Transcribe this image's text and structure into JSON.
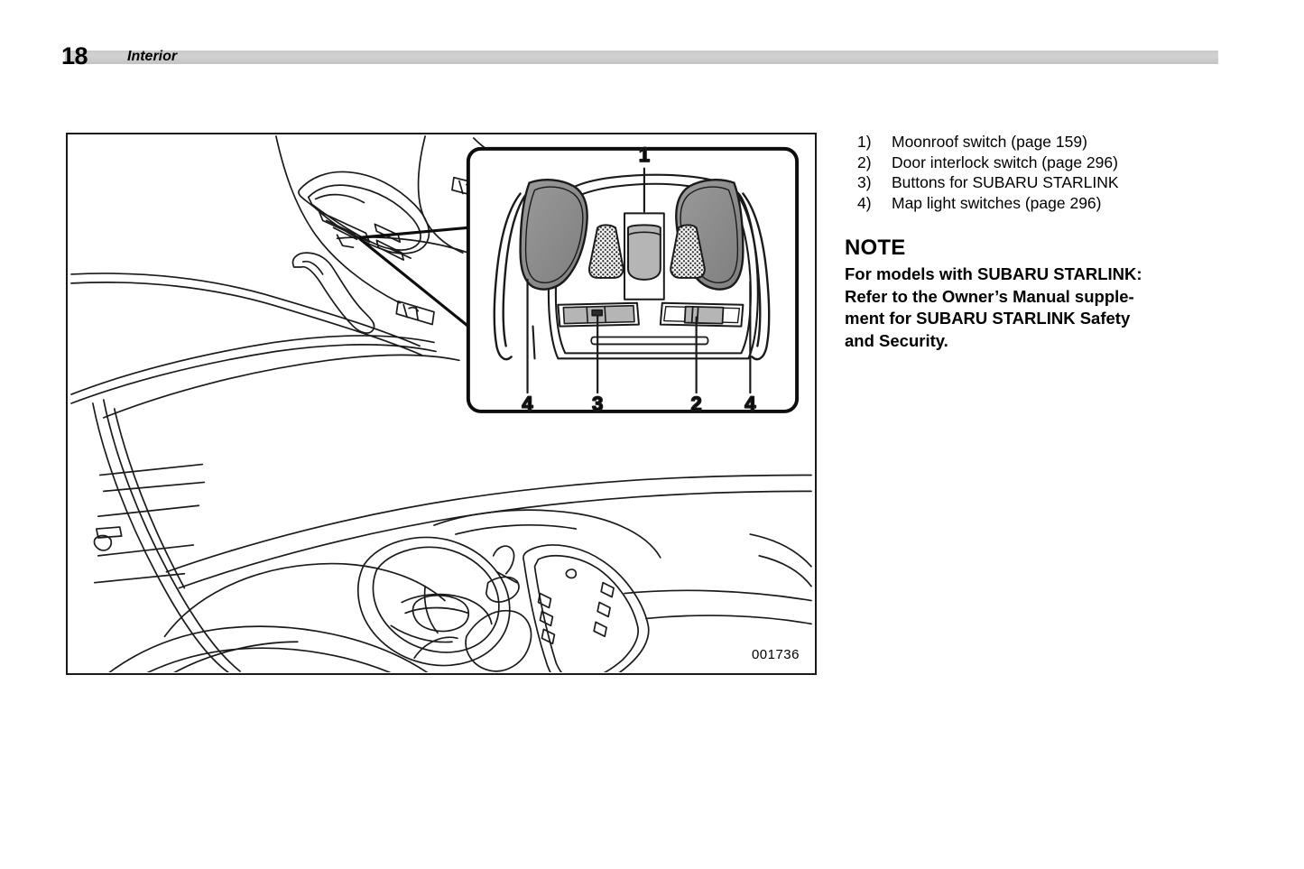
{
  "header": {
    "page_number": "18",
    "section_title": "Interior"
  },
  "figure": {
    "id_label": "001736",
    "callouts": [
      {
        "label": "1",
        "target": "moonroof-switch"
      },
      {
        "label": "2",
        "target": "door-interlock-switch"
      },
      {
        "label": "3",
        "target": "starlink-buttons"
      },
      {
        "label": "4",
        "target": "map-light-switch-left"
      },
      {
        "label": "4",
        "target": "map-light-switch-right"
      }
    ]
  },
  "legend": {
    "items": [
      {
        "number": "1)",
        "text": "Moonroof switch (page 159)"
      },
      {
        "number": "2)",
        "text": "Door interlock switch (page 296)"
      },
      {
        "number": "3)",
        "text": "Buttons for SUBARU STARLINK"
      },
      {
        "number": "4)",
        "text": "Map light switches (page 296)"
      }
    ]
  },
  "note": {
    "heading": "NOTE",
    "lines": [
      "For models with SUBARU STARLINK:",
      "Refer to the Owner’s Manual supple-",
      "ment for SUBARU STARLINK Safety",
      "and Security."
    ],
    "line1": "For models with SUBARU STARLINK:",
    "line2": "Refer to the Owner’s Manual supple-",
    "line3": "ment for SUBARU STARLINK Safety",
    "line4": "and Security."
  },
  "colors": {
    "ink": "#1a1a1a",
    "header_bar": "#c9c9c9",
    "panel_shade": "#8c8c8c",
    "switch_shade": "#b5b5b5"
  }
}
